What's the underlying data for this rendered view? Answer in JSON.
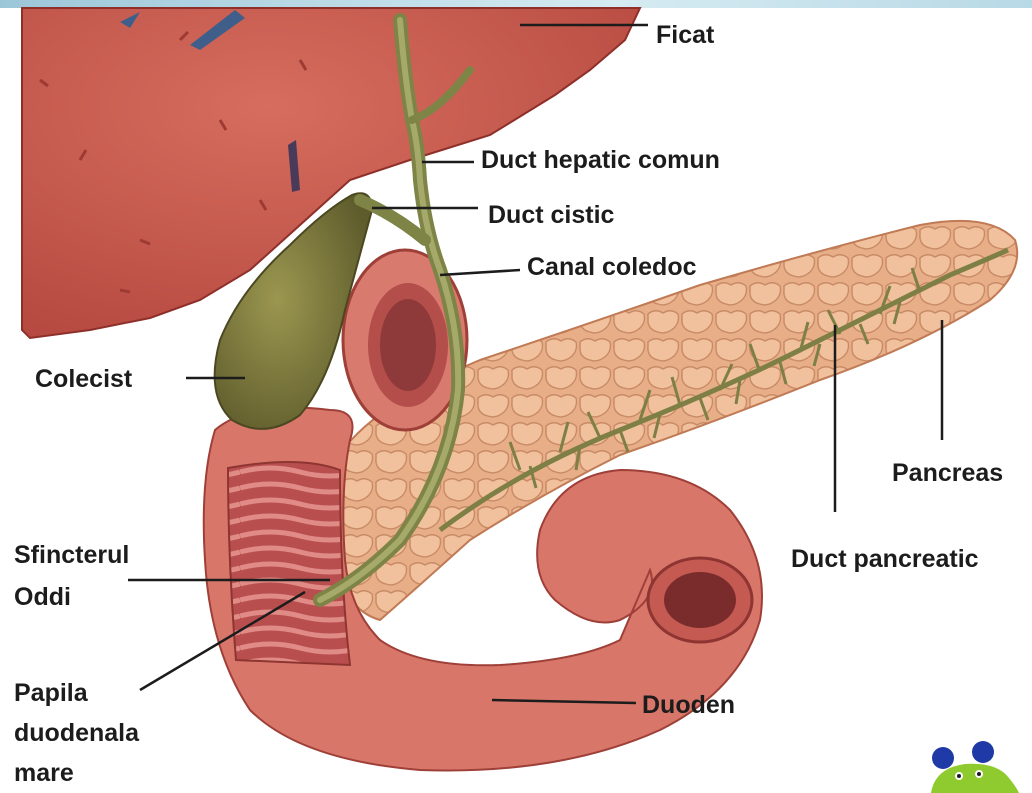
{
  "labels": {
    "ficat": "Ficat",
    "duct_hepatic_comun": "Duct hepatic comun",
    "duct_cistic": "Duct cistic",
    "canal_coledoc": "Canal coledoc",
    "colecist": "Colecist",
    "pancreas": "Pancreas",
    "duct_pancreatic": "Duct pancreatic",
    "sfincterul": "Sfincterul",
    "oddi": "Oddi",
    "papila": "Papila",
    "duodenala": "duodenala",
    "mare": "mare",
    "duoden": "Duoden"
  },
  "colors": {
    "liver": "#c8584c",
    "gallbladder": "#7d7a3e",
    "duct": "#8d9254",
    "pancreas": "#e2a37a",
    "duodenum": "#d9766a",
    "leader_line": "#1c1c1c"
  }
}
